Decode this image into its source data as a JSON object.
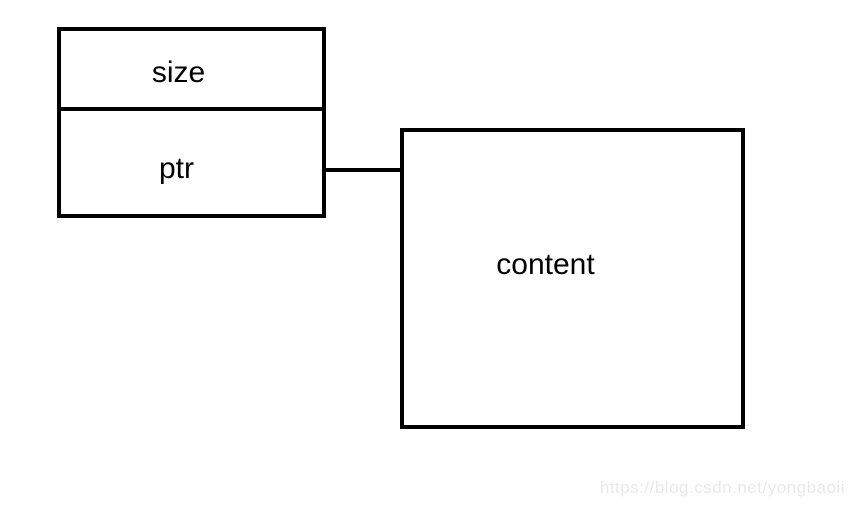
{
  "diagram": {
    "struct_box": {
      "fields": [
        {
          "label": "size"
        },
        {
          "label": "ptr"
        }
      ]
    },
    "content_box": {
      "label": "content"
    },
    "connector": {
      "from": "ptr",
      "to": "content"
    },
    "colors": {
      "line": "#000000",
      "text": "#000000",
      "background": "#ffffff",
      "watermark": "#e9e9e9"
    }
  },
  "watermark": {
    "text": "https://blog.csdn.net/yongbaoii"
  }
}
